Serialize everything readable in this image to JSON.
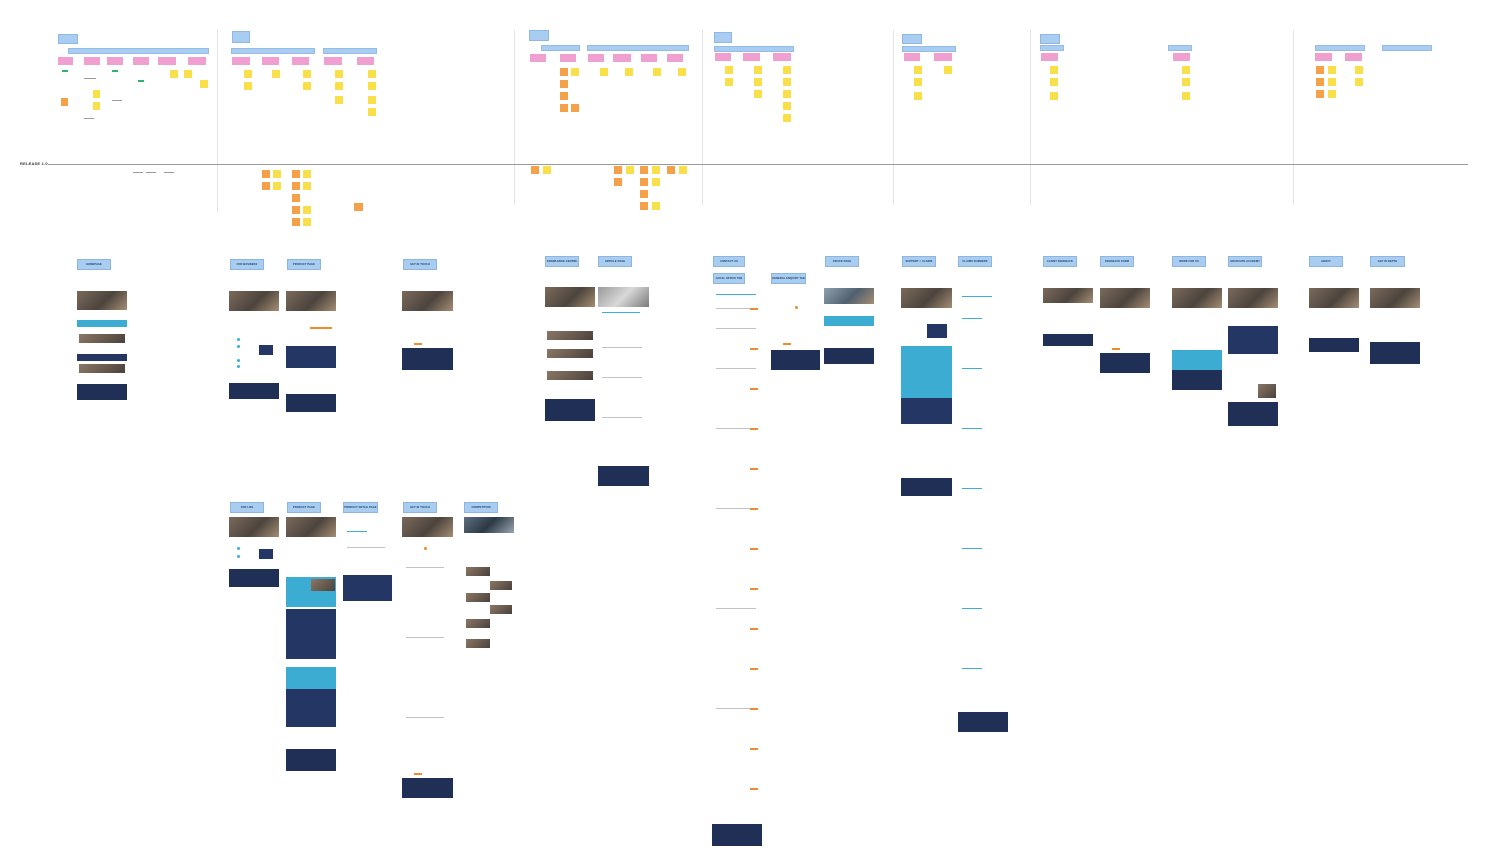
{
  "release": {
    "label": "RELEASE 1.0"
  },
  "page_labels_row1": [
    {
      "id": "homepage",
      "label": "HOMEPAGE"
    },
    {
      "id": "for-business",
      "label": "FOR BUSINESS"
    },
    {
      "id": "product-page-b",
      "label": "PRODUCT PAGE"
    },
    {
      "id": "get-in-touch-b",
      "label": "GET IN TOUCH"
    },
    {
      "id": "knowledge-centre",
      "label": "KNOWLEDGE CENTRE"
    },
    {
      "id": "article-page",
      "label": "ARTICLE PAGE"
    },
    {
      "id": "contact-us",
      "label": "CONTACT US"
    },
    {
      "id": "local-office-tab",
      "label": "LOCAL OFFICE TAB"
    },
    {
      "id": "general-enquiry-tab",
      "label": "GENERAL ENQUIRY TAB"
    },
    {
      "id": "office-page",
      "label": "OFFICE PAGE"
    },
    {
      "id": "support-claims",
      "label": "SUPPORT > CLAIMS"
    },
    {
      "id": "claims-numbers",
      "label": "CLAIMS NUMBERS"
    },
    {
      "id": "client-feedback",
      "label": "CLIENT FEEDBACK"
    },
    {
      "id": "feedback-form",
      "label": "FEEDBACK FORM"
    },
    {
      "id": "work-for-us",
      "label": "WORK FOR US"
    },
    {
      "id": "graduate-academy",
      "label": "GRADUATE ACADEMY"
    },
    {
      "id": "about",
      "label": "ABOUT"
    },
    {
      "id": "aby-in-depth",
      "label": "ABY IN DEPTH"
    }
  ],
  "page_labels_row2": [
    {
      "id": "for-life",
      "label": "FOR LIFE"
    },
    {
      "id": "product-page-l",
      "label": "PRODUCT PAGE"
    },
    {
      "id": "product-detail-page",
      "label": "PRODUCT DETAIL PAGE"
    },
    {
      "id": "get-in-touch-l",
      "label": "GET IN TOUCH"
    },
    {
      "id": "competition",
      "label": "COMPETITION"
    }
  ],
  "colors": {
    "sticky_pink": "#ef9fd0",
    "sticky_yellow": "#f9e04b",
    "sticky_orange": "#f4a14a",
    "label_blue": "#a9cdf0",
    "footer_navy": "#1f2f55",
    "accent_cyan": "#3dacd3",
    "accent_orange": "#f08a2a"
  }
}
